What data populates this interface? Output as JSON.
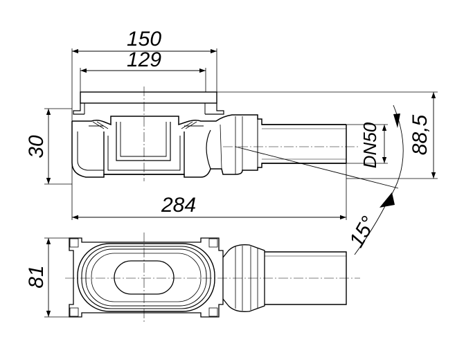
{
  "dimensions": {
    "top_width": "150",
    "inner_width": "129",
    "total_length": "284",
    "height": "30",
    "outlet_height": "88,5",
    "pipe_diameter": "DN50",
    "slope_angle": "15°",
    "plan_width": "81"
  },
  "colors": {
    "line": "#000000",
    "background": "#ffffff"
  }
}
